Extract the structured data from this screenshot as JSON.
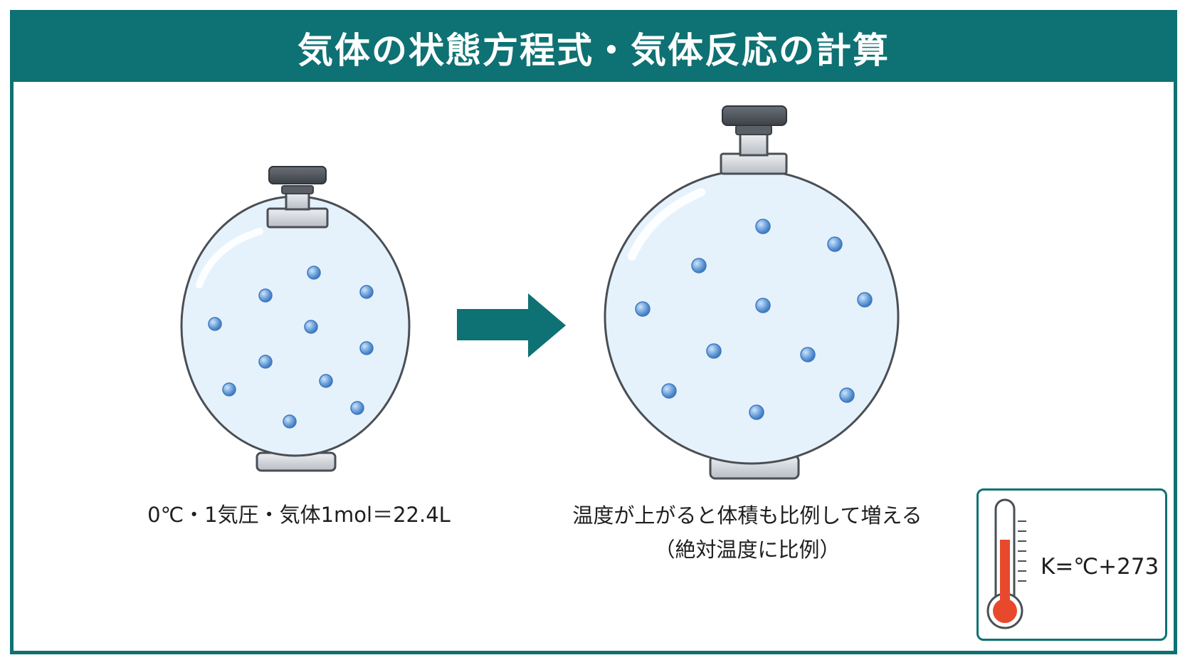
{
  "title": "気体の状態方程式・気体反応の計算",
  "left_caption": "0℃・1気圧・気体1mol＝22.4L",
  "right_caption_line1": "温度が上がると体積も比例して増える",
  "right_caption_line2": "（絶対温度に比例）",
  "formula": "K=℃+273",
  "icons": [
    "gas-cylinder-icon",
    "arrow-right-icon",
    "thermometer-icon"
  ],
  "colors": {
    "teal": "#0e7173",
    "cylinder_fill": "#e6f2fb",
    "molecule": "#6ea3dc",
    "mercury": "#e8492c"
  }
}
